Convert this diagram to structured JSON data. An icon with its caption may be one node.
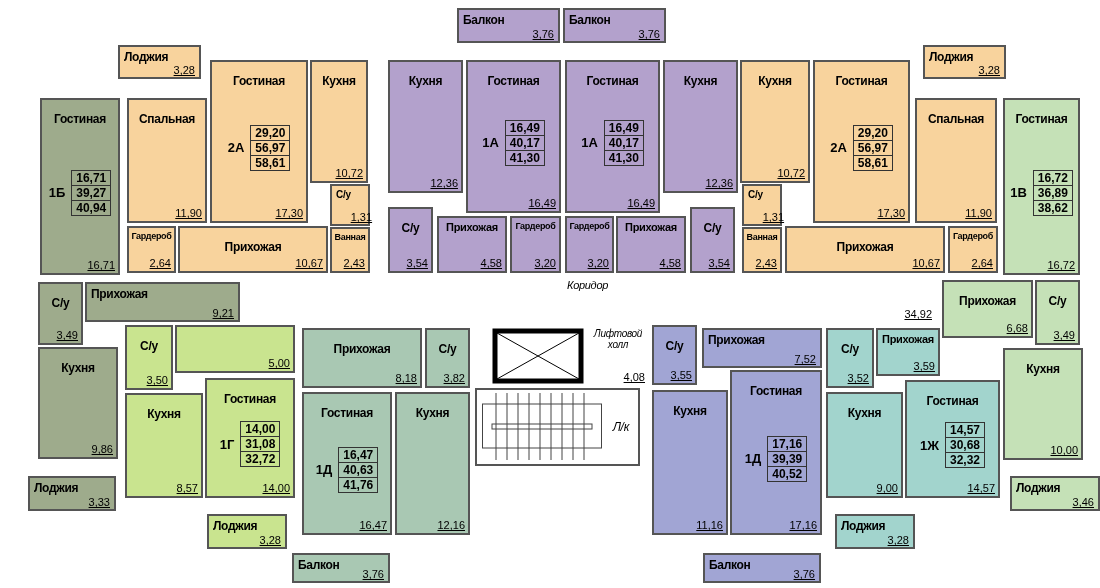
{
  "diagram": {
    "nodes": [
      {
        "text": [
          "Лоджия",
          "3,28"
        ]
      },
      {
        "text": [
          "Гостиная",
          "16,71"
        ]
      },
      {
        "text": [
          "1Б",
          "16,71",
          "39,27",
          "40,94"
        ],
        "in": 1
      },
      {
        "text": [
          "Спальная",
          "11,90"
        ]
      },
      {
        "text": [
          "Гостиная",
          "17,30"
        ]
      },
      {
        "text": [
          "2А",
          "29,20",
          "56,97",
          "58,61"
        ],
        "in": 4
      },
      {
        "text": [
          "Кухня",
          "10,72"
        ]
      },
      {
        "text": [
          "С/у",
          "1,31"
        ]
      },
      {
        "text": [
          "Ванная",
          "2,43"
        ]
      },
      {
        "text": [
          "Гардероб",
          "2,64"
        ]
      },
      {
        "text": [
          "Прихожая",
          "10,67"
        ]
      },
      {
        "text": [
          "Балкон",
          "3,76"
        ]
      },
      {
        "text": [
          "Балкон",
          "3,76"
        ]
      },
      {
        "text": [
          "Кухня",
          "12,36"
        ]
      },
      {
        "text": [
          "Гостиная",
          "16,49"
        ]
      },
      {
        "text": [
          "1А",
          "16,49",
          "40,17",
          "41,30"
        ],
        "in": 14
      },
      {
        "text": [
          "С/у",
          "3,54"
        ]
      },
      {
        "text": [
          "Прихожая",
          "4,58"
        ]
      },
      {
        "text": [
          "Гардероб",
          "3,20"
        ]
      },
      {
        "text": [
          "Гостиная",
          "16,49"
        ]
      },
      {
        "text": [
          "1А",
          "16,49",
          "40,17",
          "41,30"
        ],
        "in": 19
      },
      {
        "text": [
          "Кухня",
          "12,36"
        ]
      },
      {
        "text": [
          "Гардероб",
          "3,20"
        ]
      },
      {
        "text": [
          "Прихожая",
          "4,58"
        ]
      },
      {
        "text": [
          "С/у",
          "3,54"
        ]
      },
      {
        "text": [
          "Кухня",
          "10,72"
        ]
      },
      {
        "text": [
          "Гостиная",
          "17,30"
        ]
      },
      {
        "text": [
          "2А",
          "29,20",
          "56,97",
          "58,61"
        ],
        "in": 26
      },
      {
        "text": [
          "Лоджия",
          "3,28"
        ]
      },
      {
        "text": [
          "Спальная",
          "11,90"
        ]
      },
      {
        "text": [
          "С/у",
          "1,31"
        ]
      },
      {
        "text": [
          "Ванная",
          "2,43"
        ]
      },
      {
        "text": [
          "Прихожая",
          "10,67"
        ]
      },
      {
        "text": [
          "Гардероб",
          "2,64"
        ]
      },
      {
        "text": [
          "Гостиная",
          "16,72"
        ]
      },
      {
        "text": [
          "1В",
          "16,72",
          "36,89",
          "38,62"
        ],
        "in": 34
      },
      {
        "text": [
          "Коридор",
          "34,92"
        ]
      },
      {
        "text": [
          "С/у",
          "3,49"
        ]
      },
      {
        "text": [
          "Прихожая",
          "9,21"
        ]
      },
      {
        "text": [
          "Кухня",
          "9,86"
        ]
      },
      {
        "text": [
          "Лоджия",
          "3,33"
        ]
      },
      {
        "text": [
          "С/у",
          "3,50"
        ]
      },
      {
        "text": [
          "5,00"
        ]
      },
      {
        "text": [
          "Кухня",
          "8,57"
        ]
      },
      {
        "text": [
          "Гостиная",
          "14,00"
        ]
      },
      {
        "text": [
          "1Г",
          "14,00",
          "31,08",
          "32,72"
        ],
        "in": 44
      },
      {
        "text": [
          "Лоджия",
          "3,28"
        ]
      },
      {
        "text": [
          "Прихожая",
          "8,18"
        ]
      },
      {
        "text": [
          "С/у",
          "3,82"
        ]
      },
      {
        "text": [
          "Гостиная",
          "16,47"
        ]
      },
      {
        "text": [
          "1Д",
          "16,47",
          "40,63",
          "41,76"
        ],
        "in": 49
      },
      {
        "text": [
          "Кухня",
          "12,16"
        ]
      },
      {
        "text": [
          "Балкон",
          "3,76"
        ]
      },
      {
        "text": [
          "Лифтовой холл",
          "4,08"
        ]
      },
      {
        "text": [
          "Л/к"
        ]
      },
      {
        "text": [
          "С/у",
          "3,55"
        ]
      },
      {
        "text": [
          "Прихожая",
          "7,52"
        ]
      },
      {
        "text": [
          "Кухня",
          "11,16"
        ]
      },
      {
        "text": [
          "Гостиная",
          "17,16"
        ]
      },
      {
        "text": [
          "1Д",
          "17,16",
          "39,39",
          "40,52"
        ],
        "in": 58
      },
      {
        "text": [
          "Балкон",
          "3,76"
        ]
      },
      {
        "text": [
          "С/у",
          "3,52"
        ]
      },
      {
        "text": [
          "Прихожая",
          "3,59"
        ]
      },
      {
        "text": [
          "Кухня",
          "9,00"
        ]
      },
      {
        "text": [
          "Гостиная",
          "14,57"
        ]
      },
      {
        "text": [
          "1Ж",
          "14,57",
          "30,68",
          "32,32"
        ],
        "in": 64
      },
      {
        "text": [
          "Лоджия",
          "3,28"
        ]
      },
      {
        "text": [
          "Прихожая",
          "6,68"
        ]
      },
      {
        "text": [
          "С/у",
          "3,49"
        ]
      },
      {
        "text": [
          "Кухня",
          "10,00"
        ]
      },
      {
        "text": [
          "Лоджия",
          "3,46"
        ]
      }
    ],
    "edges": []
  }
}
